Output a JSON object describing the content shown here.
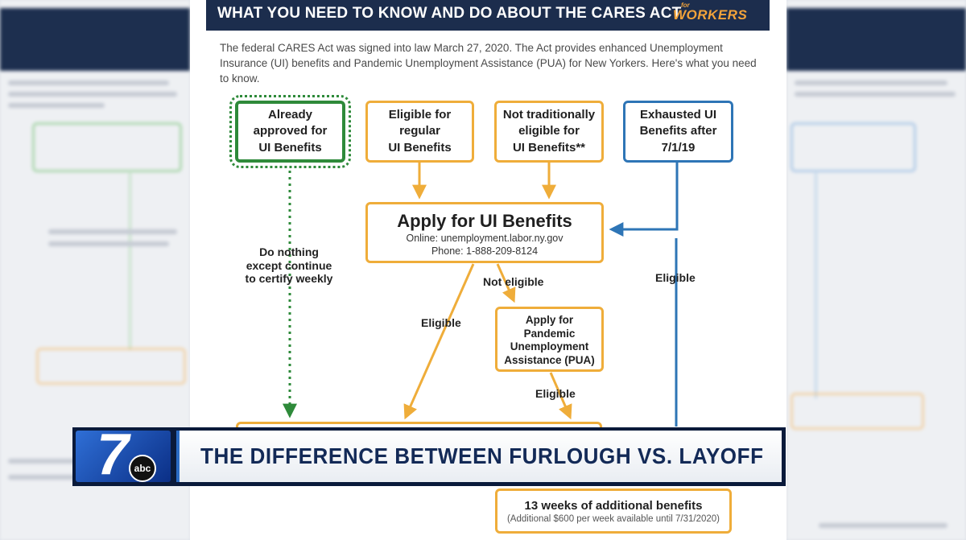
{
  "document": {
    "title": "WHAT YOU NEED TO KNOW AND DO ABOUT THE CARES ACT",
    "logo_small": "for",
    "logo_text": "WORKERS",
    "intro": "The federal CARES Act was signed into law March 27, 2020. The Act provides enhanced Unemployment Insurance (UI) benefits and Pandemic Unemployment Assistance (PUA) for New Yorkers. Here's what you need to know."
  },
  "flowchart": {
    "box_approved": "Already\napproved for\nUI Benefits",
    "box_eligible_regular": "Eligible for\nregular\nUI Benefits",
    "box_not_traditional": "Not traditionally\neligible for\nUI Benefits**",
    "box_exhausted": "Exhausted UI\nBenefits after\n7/1/19",
    "apply_title": "Apply for UI Benefits",
    "apply_online": "Online: unemployment.labor.ny.gov",
    "apply_phone": "Phone: 1-888-209-8124",
    "note_do_nothing": "Do nothing\nexcept continue\nto certify weekly",
    "label_not_eligible": "Not eligible",
    "label_eligible_left": "Eligible",
    "label_eligible_right": "Eligible",
    "label_eligible_pua": "Eligible",
    "pua_box": "Apply for\nPandemic\nUnemployment\nAssistance (PUA)",
    "extra_title": "13 weeks of additional benefits",
    "extra_note": "(Additional $600 per week available until 7/31/2020)"
  },
  "banner": {
    "headline": "THE DIFFERENCE BETWEEN FURLOUGH VS. LAYOFF",
    "logo_number": "7",
    "logo_network": "abc"
  },
  "colors": {
    "header_navy": "#1c2d4d",
    "orange": "#efad3a",
    "green": "#2e8a3a",
    "blue": "#2e75b6",
    "banner_navy": "#0a1a3a"
  }
}
